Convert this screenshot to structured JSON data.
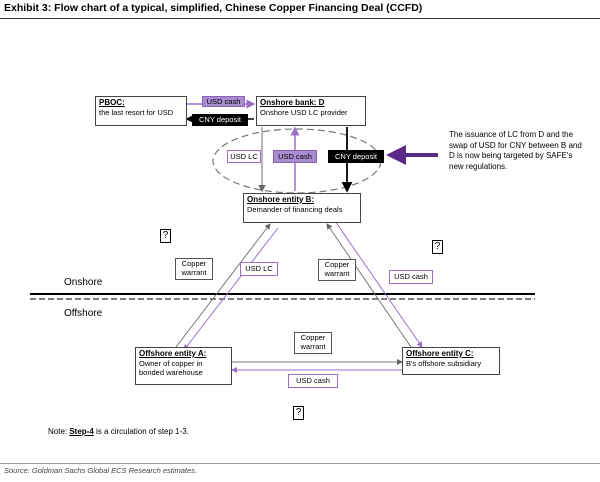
{
  "title": "Exhibit 3: Flow chart of a typical, simplified, Chinese Copper Financing Deal (CCFD)",
  "source": "Source: Goldman Sachs Global ECS Research estimates.",
  "regions": {
    "onshore": "Onshore",
    "offshore": "Offshore"
  },
  "entities": {
    "pboc": {
      "name": "PBOC:",
      "desc": "the last resort for USD"
    },
    "bank_d": {
      "name": "Onshore bank: D",
      "desc": "Onshore USD LC provider"
    },
    "entity_b": {
      "name": "Onshore entity B:",
      "desc": "Demander of financing deals"
    },
    "entity_a": {
      "name": "Offshore entity A:",
      "desc": "Owner of copper in bonded warehouse"
    },
    "entity_c": {
      "name": "Offshore entity C:",
      "desc": "B's offshore subsidiary"
    }
  },
  "flows": {
    "pboc_usd_cash": "USD cash",
    "pboc_cny_deposit": "CNY deposit",
    "d_usd_lc": "USD LC",
    "d_usd_cash": "USD cash",
    "d_cny_deposit": "CNY deposit",
    "ab_copper_warrant": "Copper warrant",
    "ab_usd_lc": "USD LC",
    "bc_copper_warrant": "Copper warrant",
    "bc_usd_cash": "USD cash",
    "ac_copper_warrant": "Copper warrant",
    "ac_usd_cash": "USD cash"
  },
  "callout": "The issuance of LC from D and the swap of USD for CNY between B and D is now being targeted by SAFE's new regulations.",
  "question_mark": "?",
  "note": {
    "prefix": "Note: ",
    "step": "Step-4",
    "suffix": " is a circulation of step 1-3."
  },
  "colors": {
    "purple": "#a98bd0",
    "purple_dark": "#5b2a86",
    "black": "#000000",
    "gray_line": "#666666"
  }
}
